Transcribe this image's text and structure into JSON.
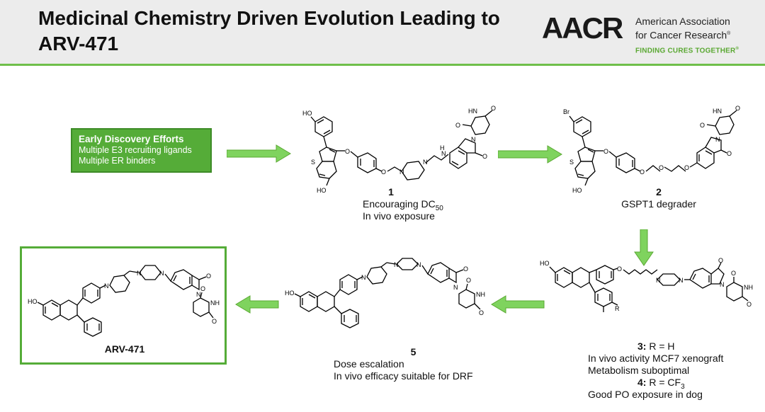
{
  "header": {
    "title": "Medicinal Chemistry Driven Evolution Leading to ARV-471",
    "logo_mark": "AACR",
    "logo_org_line1": "American Association",
    "logo_org_line2": "for Cancer Research",
    "logo_reg": "®",
    "logo_tagline": "FINDING CURES TOGETHER",
    "logo_tm": "®"
  },
  "early_box": {
    "title": "Early Discovery Efforts",
    "line1": "Multiple E3 recruiting ligands",
    "line2": "Multiple ER binders"
  },
  "compounds": {
    "c1": {
      "number": "1",
      "line1_prefix": "Encouraging DC",
      "line1_sub": "50",
      "line2": "In vivo exposure"
    },
    "c2": {
      "number": "2",
      "line1": "GSPT1 degrader"
    },
    "c3": {
      "label_a_num": "3:",
      "label_a_text": " R = H",
      "line1": "In vivo activity MCF7 xenograft",
      "line2": "Metabolism suboptimal",
      "label_b_num": "4:",
      "label_b_text": " R = CF",
      "label_b_sub": "3",
      "line3": "Good PO exposure in dog"
    },
    "c5": {
      "number": "5",
      "line1": "Dose escalation",
      "line2": "In vivo efficacy suitable for DRF"
    },
    "arv": {
      "name": "ARV-471"
    }
  },
  "atoms": {
    "ho": "HO",
    "oh": "HO",
    "s": "S",
    "o": "O",
    "n": "N",
    "nh": "NH",
    "hn": "HN",
    "h": "H",
    "br": "Br",
    "r": "R"
  },
  "colors": {
    "accent_green": "#55ac38",
    "arrow_green": "#7fd35e",
    "header_bg": "#ececec"
  }
}
